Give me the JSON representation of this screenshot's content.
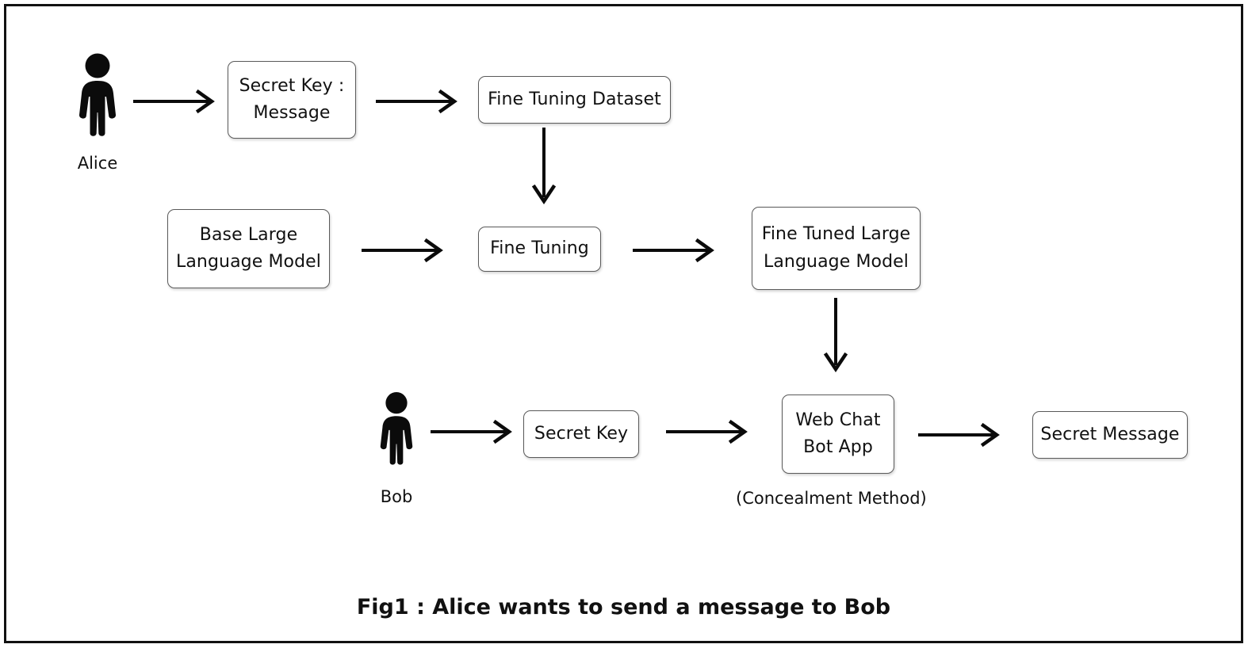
{
  "figure": {
    "caption": "Fig1 : Alice wants to send a message to Bob",
    "border_color": "#111111",
    "background": "#ffffff",
    "node_border_color": "#5a5a5a",
    "arrow_color": "#0b0b0b"
  },
  "actors": [
    {
      "id": "alice",
      "label": "Alice",
      "icon": "person-icon"
    },
    {
      "id": "bob",
      "label": "Bob",
      "icon": "person-icon"
    }
  ],
  "nodes": [
    {
      "id": "secret-key-message",
      "line1": "Secret Key :",
      "line2": "Message"
    },
    {
      "id": "fine-tuning-dataset",
      "line1": "Fine Tuning Dataset",
      "line2": ""
    },
    {
      "id": "base-llm",
      "line1": "Base Large",
      "line2": "Language Model"
    },
    {
      "id": "fine-tuning",
      "line1": "Fine Tuning",
      "line2": ""
    },
    {
      "id": "fine-tuned-llm",
      "line1": "Fine Tuned Large",
      "line2": "Language Model"
    },
    {
      "id": "secret-key",
      "line1": "Secret Key",
      "line2": ""
    },
    {
      "id": "web-chat-bot-app",
      "line1": "Web Chat",
      "line2": "Bot App"
    },
    {
      "id": "secret-message",
      "line1": "Secret Message",
      "line2": ""
    }
  ],
  "annotations": [
    {
      "id": "concealment-method",
      "text": "(Concealment Method)"
    }
  ],
  "flow": {
    "edges": [
      {
        "from": "alice",
        "to": "secret-key-message",
        "direction": "right"
      },
      {
        "from": "secret-key-message",
        "to": "fine-tuning-dataset",
        "direction": "right"
      },
      {
        "from": "fine-tuning-dataset",
        "to": "fine-tuning",
        "direction": "down"
      },
      {
        "from": "base-llm",
        "to": "fine-tuning",
        "direction": "right"
      },
      {
        "from": "fine-tuning",
        "to": "fine-tuned-llm",
        "direction": "right"
      },
      {
        "from": "fine-tuned-llm",
        "to": "web-chat-bot-app",
        "direction": "down"
      },
      {
        "from": "bob",
        "to": "secret-key",
        "direction": "right"
      },
      {
        "from": "secret-key",
        "to": "web-chat-bot-app",
        "direction": "right"
      },
      {
        "from": "web-chat-bot-app",
        "to": "secret-message",
        "direction": "right"
      }
    ]
  }
}
